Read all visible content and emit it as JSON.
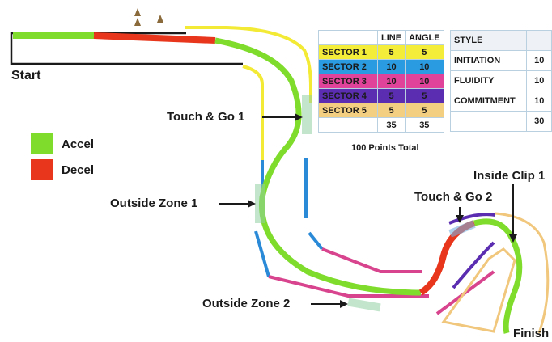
{
  "colors": {
    "accel": "#7fdc2c",
    "decel": "#e8361c",
    "yellow": "#f2ea34",
    "blue": "#2a8ad8",
    "magenta": "#d8448e",
    "purple": "#5b2db0",
    "orange": "#f0c77c"
  },
  "labels": {
    "start": "Start",
    "touch_go_1": "Touch & Go 1",
    "outside_zone_1": "Outside Zone 1",
    "outside_zone_2": "Outside Zone 2",
    "touch_go_2": "Touch & Go 2",
    "inside_clip": "Inside Clip 1",
    "finish": "Finish"
  },
  "legend": [
    {
      "label": "Accel",
      "color": "#7fdc2c"
    },
    {
      "label": "Decel",
      "color": "#e8361c"
    }
  ],
  "sector_table": {
    "headers": [
      "LINE",
      "ANGLE"
    ],
    "rows": [
      {
        "sector": "SECTOR 1",
        "line": "5",
        "angle": "5",
        "color": "#f4ee3a"
      },
      {
        "sector": "SECTOR 2",
        "line": "10",
        "angle": "10",
        "color": "#2a9be0"
      },
      {
        "sector": "SECTOR 3",
        "line": "10",
        "angle": "10",
        "color": "#e0449a"
      },
      {
        "sector": "SECTOR 4",
        "line": "5",
        "angle": "5",
        "color": "#5b2db0"
      },
      {
        "sector": "SECTOR 5",
        "line": "5",
        "angle": "5",
        "color": "#f3cf82"
      }
    ],
    "totals": {
      "line": "35",
      "angle": "35"
    }
  },
  "style_table": {
    "header": "STYLE",
    "rows": [
      {
        "criterion": "INITIATION",
        "points": "10"
      },
      {
        "criterion": "FLUIDITY",
        "points": "10"
      },
      {
        "criterion": "COMMITMENT",
        "points": "10"
      }
    ],
    "total": "30"
  },
  "points_total": "100 Points Total"
}
